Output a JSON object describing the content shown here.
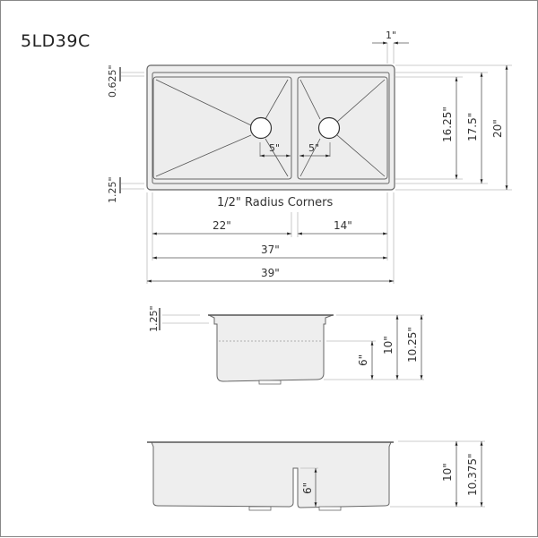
{
  "title": "5LD39C",
  "top_view": {
    "dims": {
      "flange_top": "0.625\"",
      "flange_bottom": "1.25\"",
      "deck_width": "1\"",
      "inner_depth": "16.25\"",
      "bowl_depth": "17.5\"",
      "overall_depth": "20\"",
      "drain_offset_left": "5\"",
      "drain_offset_right": "5\"",
      "left_bowl_width": "22\"",
      "right_bowl_width": "14\"",
      "inner_width": "37\"",
      "overall_width": "39\""
    },
    "note": "1/2\" Radius Corners"
  },
  "side_view": {
    "dims": {
      "flange": "1.25\"",
      "divider_height": "6\"",
      "bowl_depth": "10\"",
      "overall_depth": "10.25\""
    }
  },
  "front_view": {
    "dims": {
      "divider_height": "6\"",
      "bowl_depth": "10\"",
      "overall_depth": "10.375\""
    }
  },
  "colors": {
    "line": "#555555",
    "dim_line": "#aaaaaa",
    "sink_fill": "#eeeeee",
    "arrow": "#222222"
  }
}
